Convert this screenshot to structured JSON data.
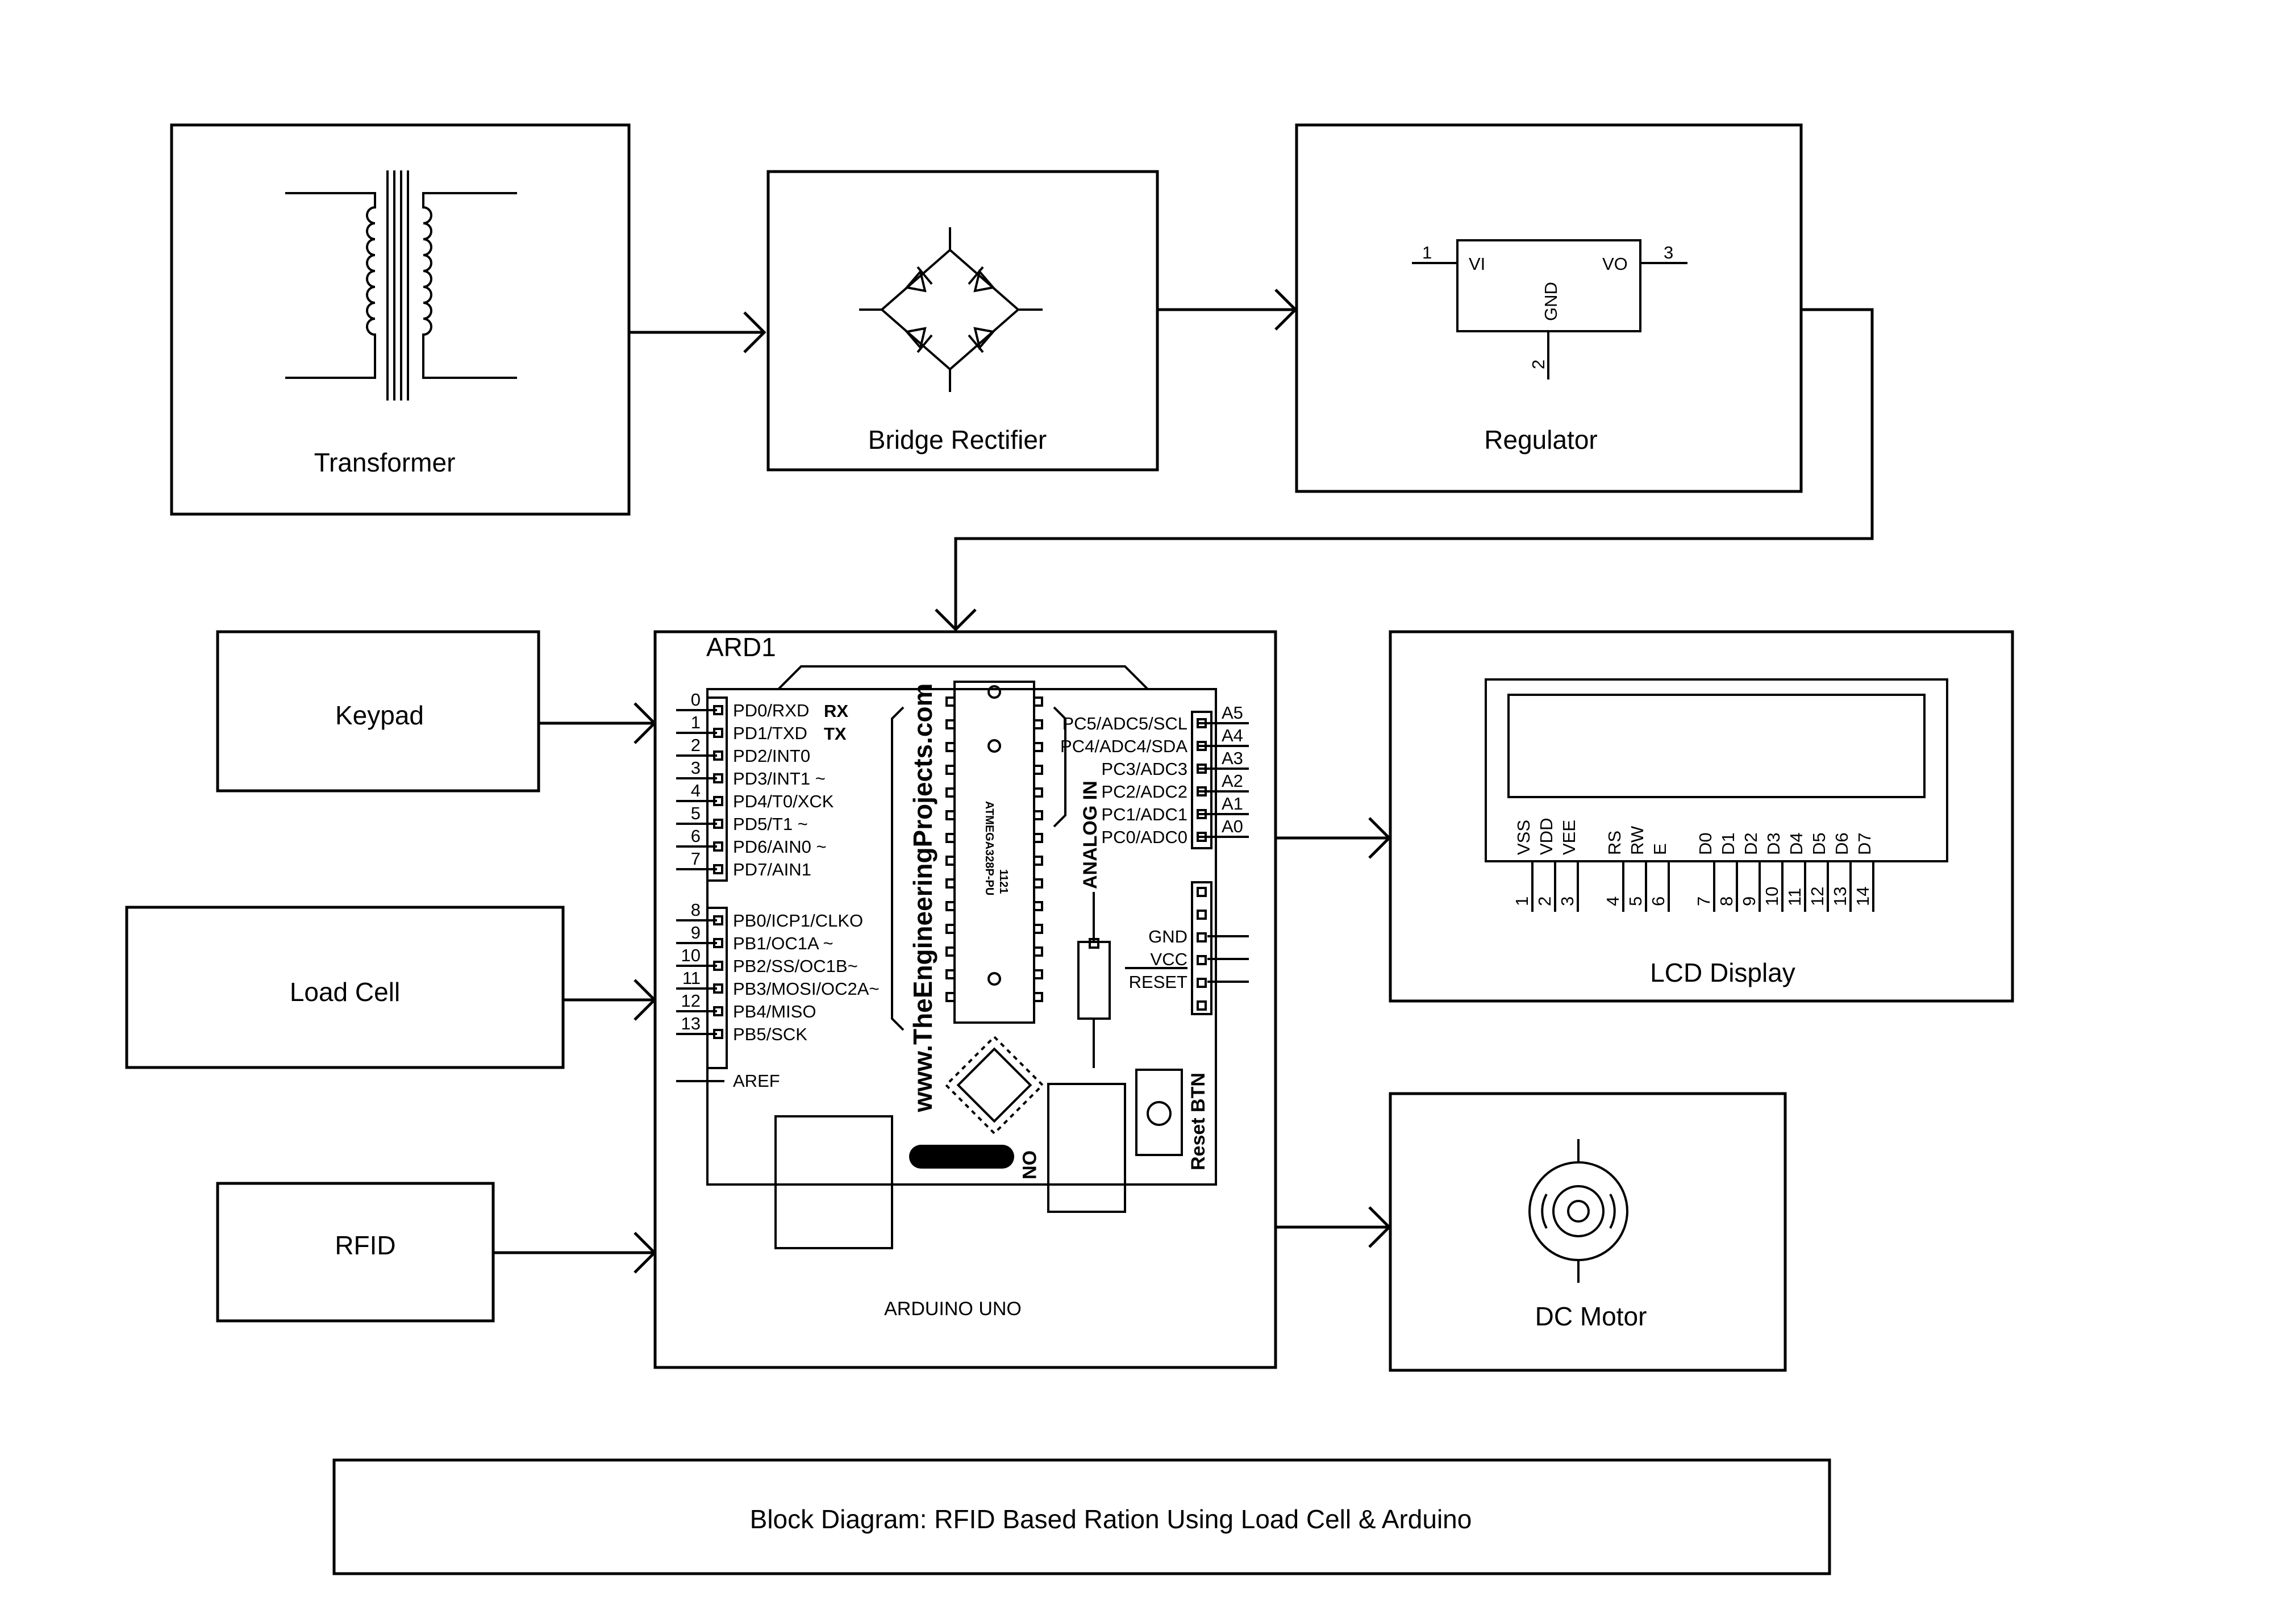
{
  "blocks": {
    "transformer": "Transformer",
    "bridge_rectifier": "Bridge Rectifier",
    "regulator": "Regulator",
    "keypad": "Keypad",
    "load_cell": "Load Cell",
    "rfid": "RFID",
    "lcd_display": "LCD Display",
    "dc_motor": "DC Motor",
    "arduino_board": "ARDUINO UNO"
  },
  "regulator_pins": {
    "vi": "VI",
    "vo": "VO",
    "gnd": "GND",
    "pin1": "1",
    "pin2": "2",
    "pin3": "3"
  },
  "arduino": {
    "ref": "ARD1",
    "website": "www.TheEngineeringProjects.com",
    "chip": "ATMEGA328P-PU",
    "chip_code": "1121",
    "analog_in": "ANALOG IN",
    "reset_btn": "Reset BTN",
    "on_label": "ON",
    "rx": "RX",
    "tx": "TX",
    "digital_pins": [
      {
        "num": "0",
        "label": "PD0/RXD"
      },
      {
        "num": "1",
        "label": "PD1/TXD"
      },
      {
        "num": "2",
        "label": "PD2/INT0"
      },
      {
        "num": "3",
        "label": "PD3/INT1 ~"
      },
      {
        "num": "4",
        "label": "PD4/T0/XCK"
      },
      {
        "num": "5",
        "label": "PD5/T1 ~"
      },
      {
        "num": "6",
        "label": "PD6/AIN0 ~"
      },
      {
        "num": "7",
        "label": "PD7/AIN1"
      },
      {
        "num": "8",
        "label": "PB0/ICP1/CLKO"
      },
      {
        "num": "9",
        "label": "PB1/OC1A ~"
      },
      {
        "num": "10",
        "label": "PB2/SS/OC1B~"
      },
      {
        "num": "11",
        "label": "PB3/MOSI/OC2A~"
      },
      {
        "num": "12",
        "label": "PB4/MISO"
      },
      {
        "num": "13",
        "label": "PB5/SCK"
      }
    ],
    "aref": "AREF",
    "analog_pins": [
      {
        "num": "A5",
        "label": "PC5/ADC5/SCL"
      },
      {
        "num": "A4",
        "label": "PC4/ADC4/SDA"
      },
      {
        "num": "A3",
        "label": "PC3/ADC3"
      },
      {
        "num": "A2",
        "label": "PC2/ADC2"
      },
      {
        "num": "A1",
        "label": "PC1/ADC1"
      },
      {
        "num": "A0",
        "label": "PC0/ADC0"
      }
    ],
    "power_pins": [
      "GND",
      "VCC",
      "RESET"
    ]
  },
  "lcd": {
    "pin_labels": [
      "VSS",
      "VDD",
      "VEE",
      "RS",
      "RW",
      "E",
      "D0",
      "D1",
      "D2",
      "D3",
      "D4",
      "D5",
      "D6",
      "D7"
    ],
    "pin_numbers": [
      "1",
      "2",
      "3",
      "4",
      "5",
      "6",
      "7",
      "8",
      "9",
      "10",
      "11",
      "12",
      "13",
      "14"
    ]
  },
  "caption": "Block Diagram: RFID Based Ration Using Load Cell & Arduino"
}
